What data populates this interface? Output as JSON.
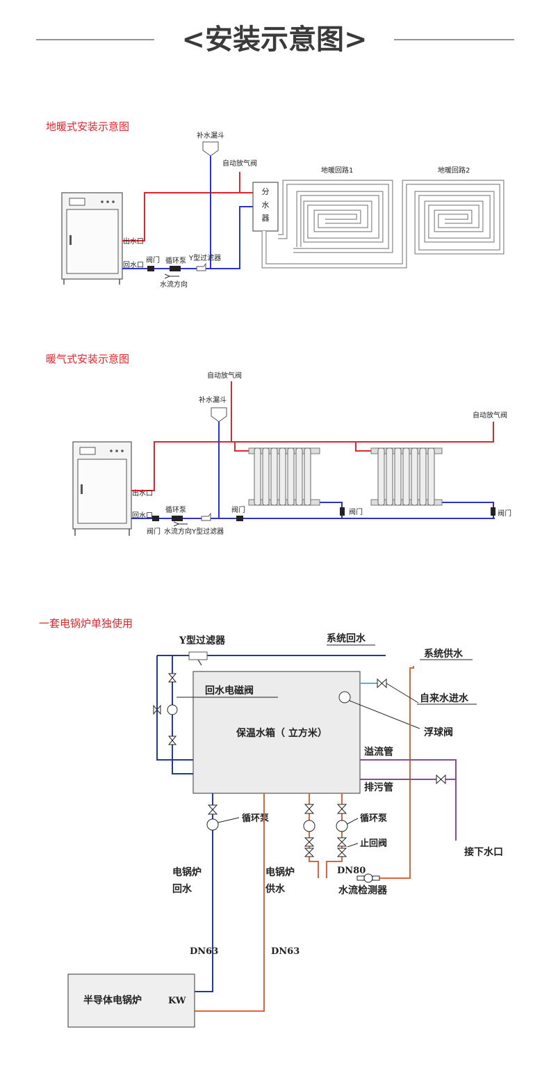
{
  "header": {
    "title": "<安装示意图>"
  },
  "colors": {
    "supply": "#e0262b",
    "return": "#2a32c8",
    "pipe_gray": "#7a7a7a",
    "section_title": "#e0262b",
    "purple": "#8a4a9a",
    "orange": "#e2633a"
  },
  "diagram1": {
    "title": "地暖式安装示意图",
    "labels": {
      "funnel": "补水漏斗",
      "air_valve": "自动放气阀",
      "loop1": "地暖回路1",
      "loop2": "地暖回路2",
      "manifold": [
        "分",
        "水",
        "器"
      ],
      "outlet": "出水口",
      "inlet": "回水口",
      "valve": "阀门",
      "pump": "循环泵",
      "filter": "Y型过滤器",
      "flow": "水流方向"
    }
  },
  "diagram2": {
    "title": "暖气式安装示意图",
    "labels": {
      "air_valve_top": "自动放气阀",
      "funnel": "补水漏斗",
      "air_valve_right": "自动放气阀",
      "outlet": "出水口",
      "inlet": "回水口",
      "pump": "循环泵",
      "valve_left": "阀门",
      "flow": "水流方向",
      "filter": "Y型过滤器",
      "valve_mid": "阀门",
      "valve_rad1": "阀门",
      "valve_rad2": "阀门"
    }
  },
  "diagram3": {
    "title": "一套电锅炉单独使用",
    "labels": {
      "filter": "Y型过滤器",
      "sys_return": "系统回水",
      "sys_supply": "系统供水",
      "solenoid": "回水电磁阀",
      "tap_in": "自来水进水",
      "tank": "保温水箱（   立方米）",
      "float": "浮球阀",
      "overflow": "溢流管",
      "drain": "排污管",
      "pump_left": "循环泵",
      "pump_right": "循环泵",
      "check": "止回阀",
      "sewer": "接下水口",
      "dn80": "DN80",
      "flow_det": "水流检测器",
      "boiler_return": [
        "电锅炉",
        "回水"
      ],
      "boiler_supply": [
        "电锅炉",
        "供水"
      ],
      "dn63_left": "DN63",
      "dn63_right": "DN63",
      "boiler": "半导体电锅炉",
      "kw": "KW"
    }
  }
}
